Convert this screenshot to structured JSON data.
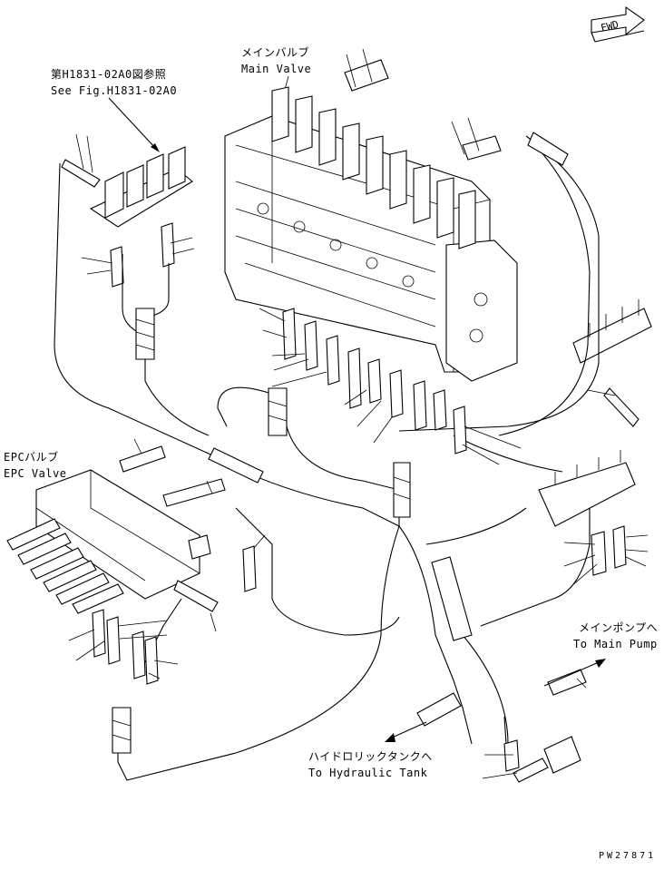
{
  "orientation": {
    "text": "FWD"
  },
  "labels": {
    "main_valve_jp": "メインバルブ",
    "main_valve_en": "Main Valve",
    "see_fig_jp": "第H1831-02A0図参照",
    "see_fig_en": "See Fig.H1831-02A0",
    "epc_valve_jp": "EPCバルブ",
    "epc_valve_en": "EPC Valve",
    "main_pump_jp": "メインポンプへ",
    "main_pump_en": "To Main Pump",
    "tank_jp": "ハイドロリックタンクへ",
    "tank_en": "To Hydraulic Tank"
  },
  "drawing_number": "PW27871"
}
